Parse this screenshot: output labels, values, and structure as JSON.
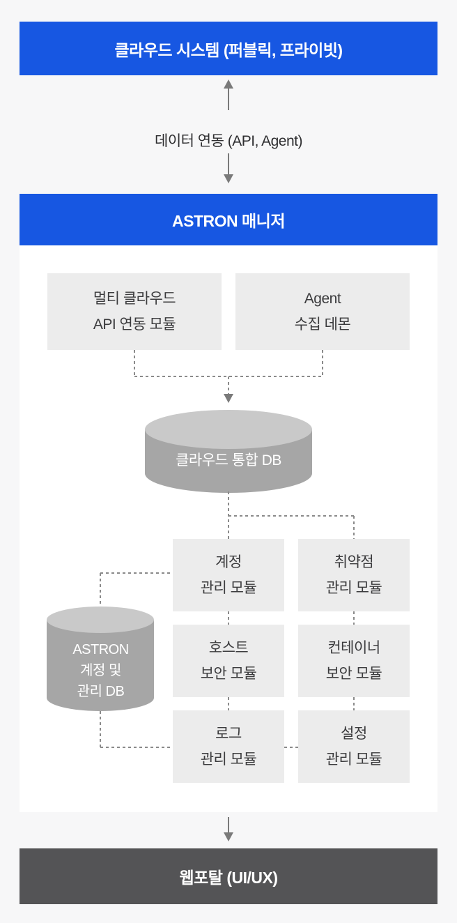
{
  "colors": {
    "page_bg": "#f7f7f8",
    "accent_blue": "#1757e2",
    "dark_bar": "#545456",
    "panel_bg": "#ffffff",
    "module_bg": "#ececec",
    "module_text": "#3b3b3d",
    "label_text": "#2e2e30",
    "cylinder_body": "#a6a6a6",
    "cylinder_top": "#c9c9c9",
    "connector": "#8a8a8a",
    "arrow": "#7a7a7a"
  },
  "top_banner": {
    "label": "클라우드 시스템 (퍼블릭, 프라이빗)"
  },
  "data_link_label": "데이터 연동 (API, Agent)",
  "manager": {
    "header": "ASTRON 매니저",
    "collectors": [
      {
        "lines": [
          "멀티 클라우드",
          "API 연동 모듈"
        ]
      },
      {
        "lines": [
          "Agent",
          "수집 데몬"
        ]
      }
    ],
    "central_db": "클라우드 통합 DB",
    "side_db": {
      "lines": [
        "ASTRON",
        "계정 및",
        "관리 DB"
      ]
    },
    "modules": [
      {
        "lines": [
          "계정",
          "관리 모듈"
        ]
      },
      {
        "lines": [
          "취약점",
          "관리 모듈"
        ]
      },
      {
        "lines": [
          "호스트",
          "보안 모듈"
        ]
      },
      {
        "lines": [
          "컨테이너",
          "보안 모듈"
        ]
      },
      {
        "lines": [
          "로그",
          "관리 모듈"
        ]
      },
      {
        "lines": [
          "설정",
          "관리 모듈"
        ]
      }
    ]
  },
  "bottom_banner": {
    "label": "웹포탈 (UI/UX)"
  }
}
